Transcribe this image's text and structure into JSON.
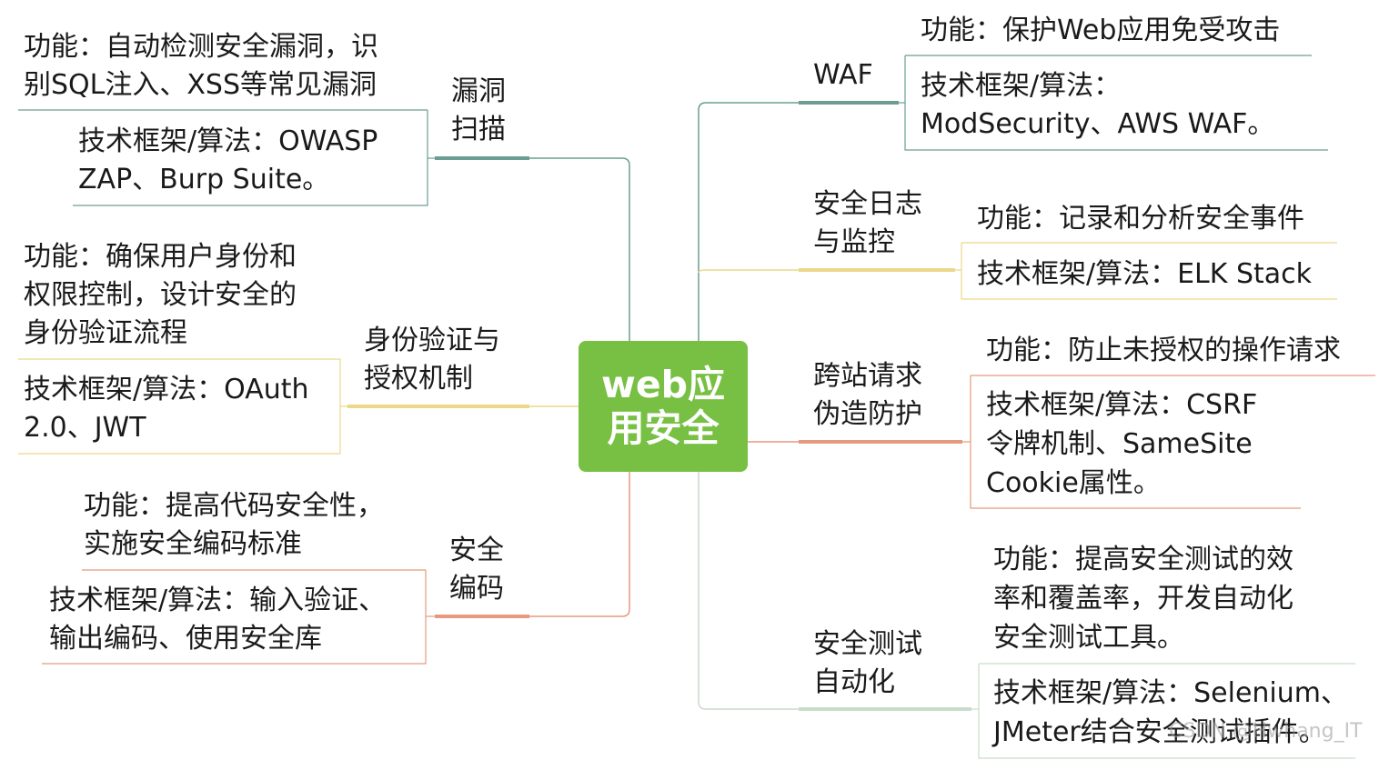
{
  "title": "web应用安全",
  "colors": {
    "center_fill": "#77c043",
    "vuln": "#6b9e92",
    "auth": "#ecd889",
    "coding": "#e7997d",
    "waf": "#6b9e92",
    "log": "#ecd889",
    "csrf": "#e7997d",
    "autotest": "#c9dccb"
  },
  "branches": {
    "vuln_scan": {
      "name": "漏洞扫描",
      "func_lines": [
        "功能：自动检测安全漏洞，识",
        "别SQL注入、XSS等常见漏洞"
      ],
      "tech_lines": [
        "技术框架/算法：OWASP",
        "ZAP、Burp Suite。"
      ]
    },
    "auth": {
      "name_lines": [
        "身份验证与",
        "授权机制"
      ],
      "func_lines": [
        "功能：确保用户身份和",
        "权限控制，设计安全的",
        "身份验证流程"
      ],
      "tech_lines": [
        "技术框架/算法：OAuth",
        "2.0、JWT"
      ]
    },
    "secure_coding": {
      "name_lines": [
        "安全",
        "编码"
      ],
      "func_lines": [
        "功能：提高代码安全性，",
        "实施安全编码标准"
      ],
      "tech_lines": [
        "技术框架/算法：输入验证、",
        "输出编码、使用安全库"
      ]
    },
    "waf": {
      "name": "WAF",
      "func_lines": [
        "功能：保护Web应用免受攻击"
      ],
      "tech_lines": [
        "技术框架/算法：",
        "ModSecurity、AWS WAF。"
      ]
    },
    "logging": {
      "name_lines": [
        "安全日志",
        "与监控"
      ],
      "func_lines": [
        "功能：记录和分析安全事件"
      ],
      "tech_lines": [
        "技术框架/算法：ELK Stack"
      ]
    },
    "csrf": {
      "name_lines": [
        "跨站请求",
        "伪造防护"
      ],
      "func_lines": [
        "功能：防止未授权的操作请求"
      ],
      "tech_lines": [
        "技术框架/算法：CSRF",
        "令牌机制、SameSite",
        "Cookie属性。"
      ]
    },
    "autotest": {
      "name_lines": [
        "安全测试",
        "自动化"
      ],
      "func_lines": [
        "功能：提高安全测试的效",
        "率和覆盖率，开发自动化",
        "安全测试工具。"
      ],
      "tech_lines": [
        "技术框架/算法：Selenium、",
        "JMeter结合安全测试插件。"
      ]
    }
  },
  "watermark": "CSDN @Hwhang_IT"
}
